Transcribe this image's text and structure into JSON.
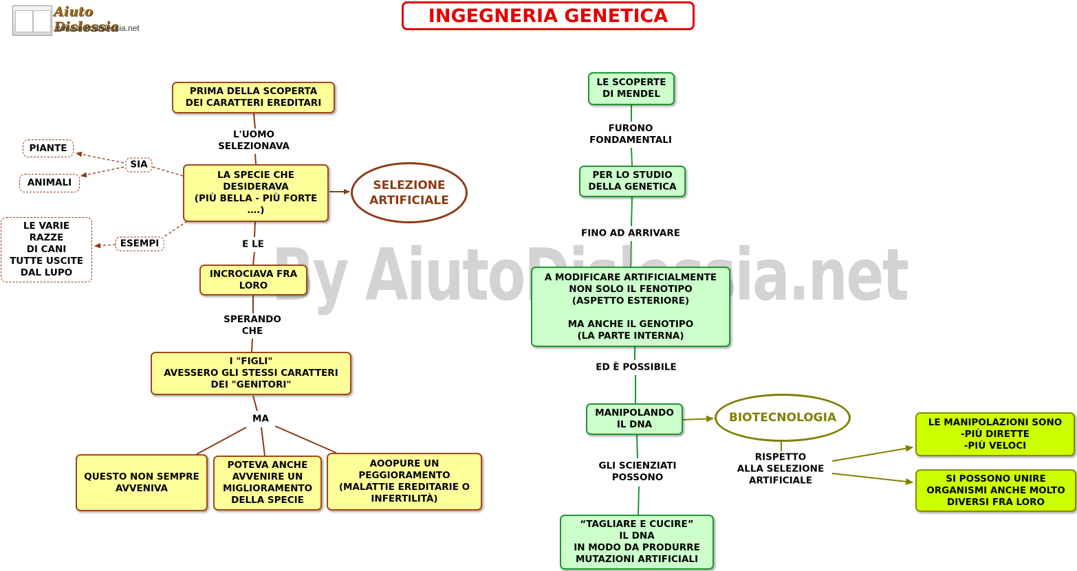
{
  "header": {
    "title": "INGEGNERIA GENETICA",
    "logo_brand": "Aiuto Dislessia",
    "logo_url": "www.aiutodislessia.net"
  },
  "watermark": "By AiutoDislessia.net",
  "colors": {
    "title_red": "#e30000",
    "yellow_fill": "#ffff99",
    "brown_border": "#a04818",
    "green_fill": "#ccffcc",
    "green_border": "#1e9632",
    "lime_fill": "#ccff00",
    "olive": "#808000"
  },
  "left_map": {
    "prima_scoperta": "PRIMA DELLA SCOPERTA\nDEI CARATTERI EREDITARI",
    "link_uomo": "L'UOMO\nSELEZIONAVA",
    "specie": "LA SPECIE CHE\nDESIDERAVA\n(PIÙ BELLA - PIÙ FORTE\n….)",
    "selezione": "SELEZIONE\nARTIFICIALE",
    "link_sia": "SIA",
    "piante": "PIANTE",
    "animali": "ANIMALI",
    "link_esempi": "ESEMPI",
    "razze": "LE VARIE\nRAZZE\nDI CANI\nTUTTE USCITE\nDAL LUPO",
    "link_ele": "E LE",
    "incrociava": "INCROCIAVA FRA\nLORO",
    "link_sperando": "SPERANDO\nCHE",
    "figli": "I \"FIGLI\"\nAVESSERO GLI STESSI CARATTERI\nDEI \"GENITORI\"",
    "link_ma": "MA",
    "non_sempre": "QUESTO NON SEMPRE\nAVVENIVA",
    "miglioramento": "POTEVA ANCHE\nAVVENIRE UN\nMIGLIORAMENTO\nDELLA SPECIE",
    "peggioramento": "AOOPURE UN\nPEGGIORAMENTO\n(MALATTIE EREDITARIE O\nINFERTILITÀ)"
  },
  "right_map": {
    "mendel": "LE SCOPERTE\nDI MENDEL",
    "link_furono": "FURONO\nFONDAMENTALI",
    "studio": "PER LO STUDIO\nDELLA GENETICA",
    "link_fino": "FINO AD ARRIVARE",
    "modificare": "A MODIFICARE ARTIFICIALMENTE\nNON SOLO IL FENOTIPO\n(ASPETTO ESTERIORE)\n\nMA ANCHE IL GENOTIPO\n(LA PARTE INTERNA)",
    "link_possibile": "ED È POSSIBILE",
    "manipolando": "MANIPOLANDO\nIL DNA",
    "biotecnologia": "BIOTECNOLOGIA",
    "link_rispetto": "RISPETTO\nALLA SELEZIONE\nARTIFICIALE",
    "dirette": "LE MANIPOLAZIONI SONO\n-PIÙ DIRETTE\n-PIÙ  VELOCI",
    "unire": "SI POSSONO UNIRE\nORGANISMI ANCHE MOLTO\nDIVERSI FRA LORO",
    "link_scienziati": "GLI SCIENZIATI\nPOSSONO",
    "tagliare": "“TAGLIARE E CUCIRE”\nIL DNA\nIN MODO DA PRODURRE\nMUTAZIONI ARTIFICIALI"
  }
}
